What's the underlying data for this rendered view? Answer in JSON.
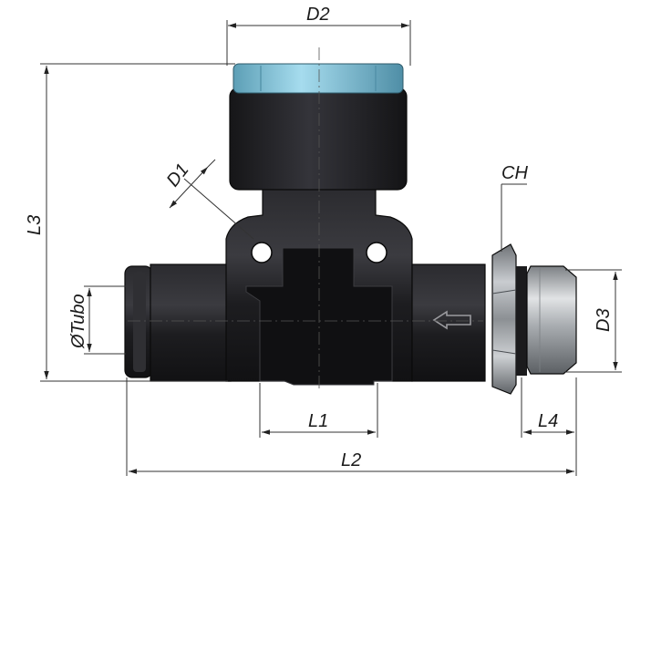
{
  "labels": {
    "d2": "D2",
    "d1": "D1",
    "l3": "L3",
    "ch": "CH",
    "tubo": "ØTubo",
    "d3": "D3",
    "l1": "L1",
    "l4": "L4",
    "l2": "L2"
  },
  "colors": {
    "body": "#1f1f22",
    "body_highlight": "#3a3a3e",
    "cap_blue": "#8ec9dd",
    "metal": "#b9bcc0",
    "metal_dark": "#6e7276"
  }
}
